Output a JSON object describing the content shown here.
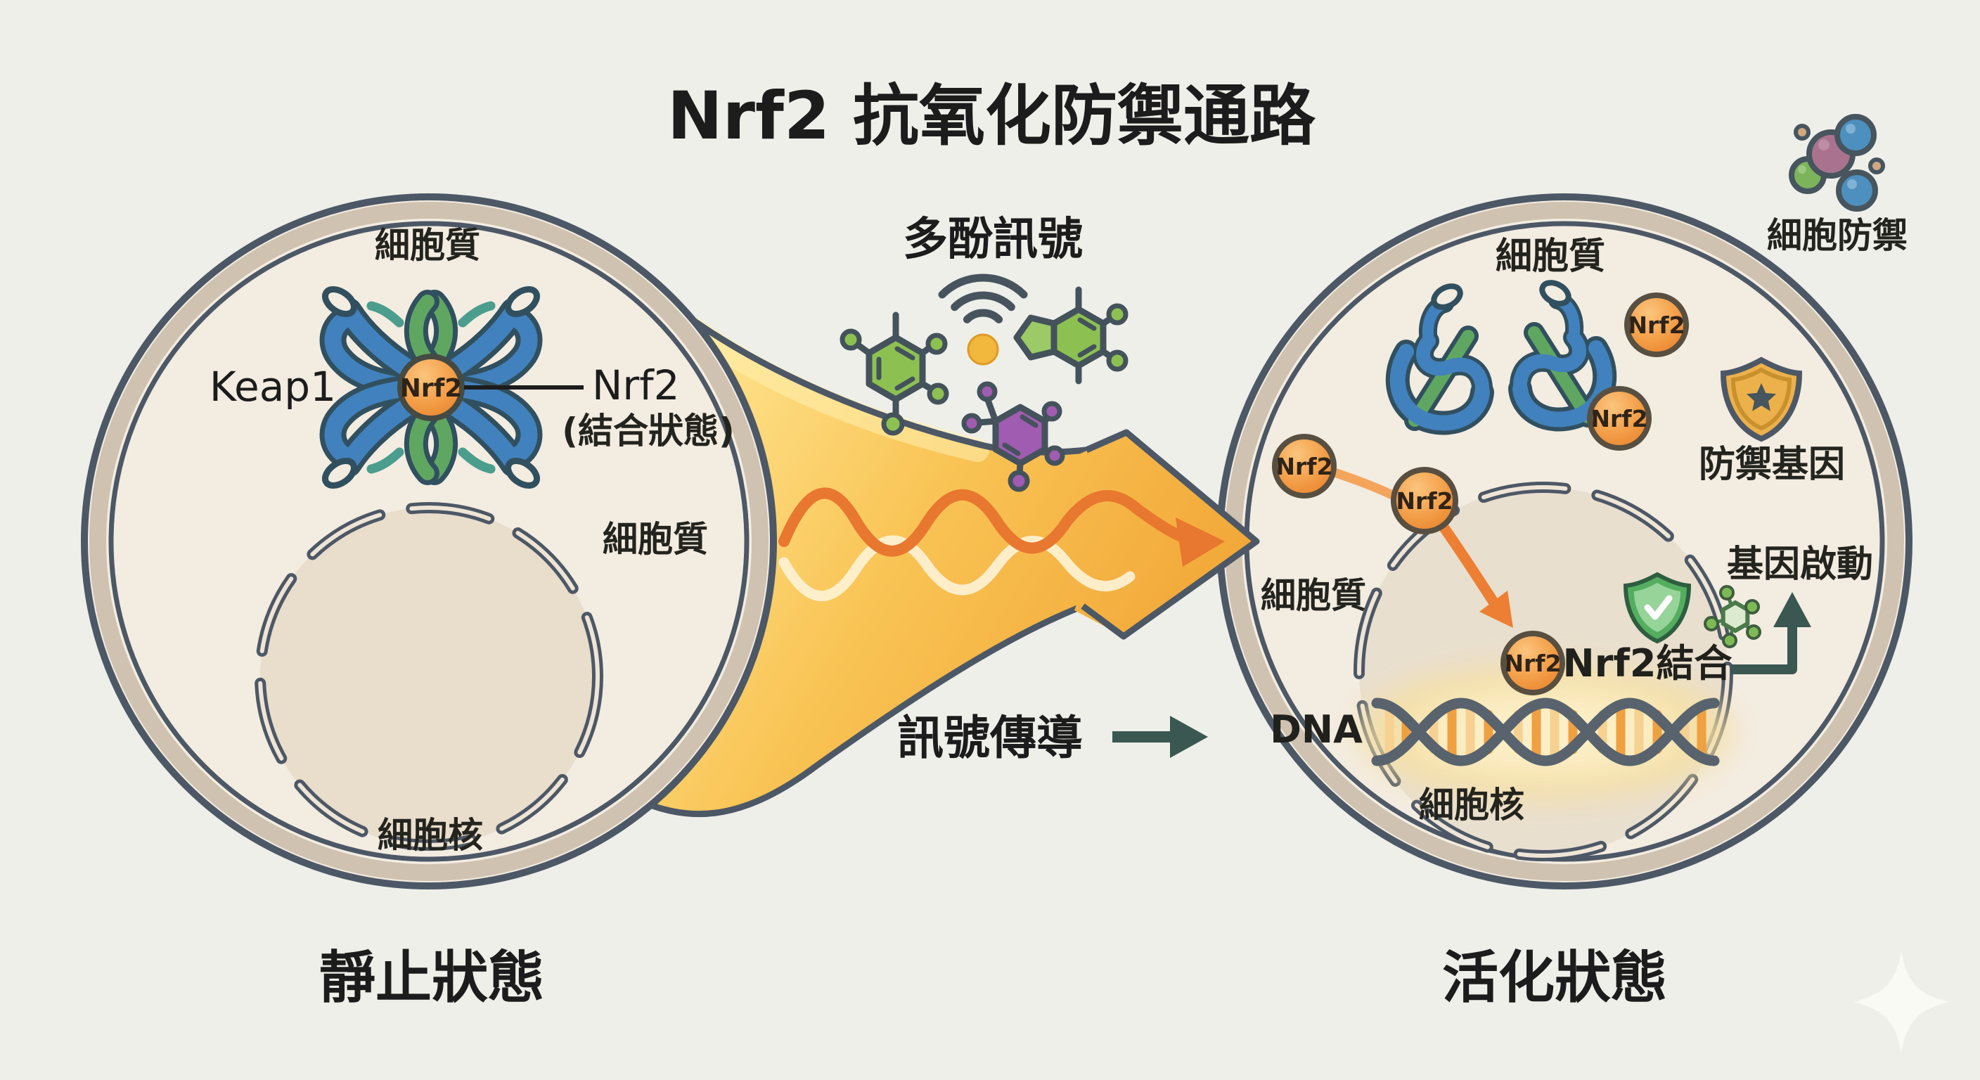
{
  "title": "Nrf2 抗氧化防禦通路",
  "left_cell": {
    "cytoplasm_top": "細胞質",
    "keap1_label": "Keap1",
    "complex_nrf2": "Nrf2",
    "bound_label": "Nrf2",
    "bound_sub": "(結合狀態)",
    "cytoplasm_right": "細胞質",
    "nucleus_label": "細胞核",
    "state": "靜止狀態"
  },
  "middle": {
    "polyphenol_title": "多酚訊號",
    "signal_label": "訊號傳導"
  },
  "right_cell": {
    "cytoplasm_top": "細胞質",
    "cytoplasm_left": "細胞質",
    "nrf2_free": [
      "Nrf2",
      "Nrf2",
      "Nrf2",
      "Nrf2"
    ],
    "nrf2_dna": "Nrf2",
    "binding_label": "Nrf2結合",
    "defense_gene_label": "防禦基因",
    "gene_activation_label": "基因啟動",
    "dna_label": "DNA",
    "nucleus_label": "細胞核",
    "state": "活化狀態"
  },
  "top_right": {
    "cell_defense_label": "細胞防禦"
  },
  "icons": [
    "wifi-signal-icon",
    "polyphenol-molecule-icon",
    "shield-star-icon",
    "shield-check-icon",
    "dna-helix-icon",
    "molecule-cluster-icon",
    "sparkle-icon"
  ],
  "colors": {
    "background": "#eeefe9",
    "cell_fill": "#f3ece1",
    "membrane_dark": "#4d5866",
    "membrane_tan": "#cfc2b0",
    "nucleus_fill": "#e9ddcb",
    "nrf2_orange": "#f09a43",
    "keap1_blue": "#4181bd",
    "keap1_green": "#5fa761",
    "ribbon_outline": "#31505f",
    "arrow_yellow": "#f7c04a",
    "arrow_outline": "#4d5866",
    "wave_orange": "#e8772f",
    "wave_cream": "#fdf2d4",
    "molecule_green": "#8cc152",
    "molecule_purple": "#a05cb0",
    "teal_arrow": "#3a5752",
    "shield_gold": "#ecb14b",
    "shield_green": "#55ae60",
    "dna_strand": "#58636d",
    "dna_rung_light": "#f7d191",
    "dna_rung_dark": "#efa041",
    "glow": "#f5dfa2",
    "cluster_mauve": "#a9738f",
    "cluster_blue": "#4d8fbe",
    "cluster_green": "#7cb45c"
  }
}
